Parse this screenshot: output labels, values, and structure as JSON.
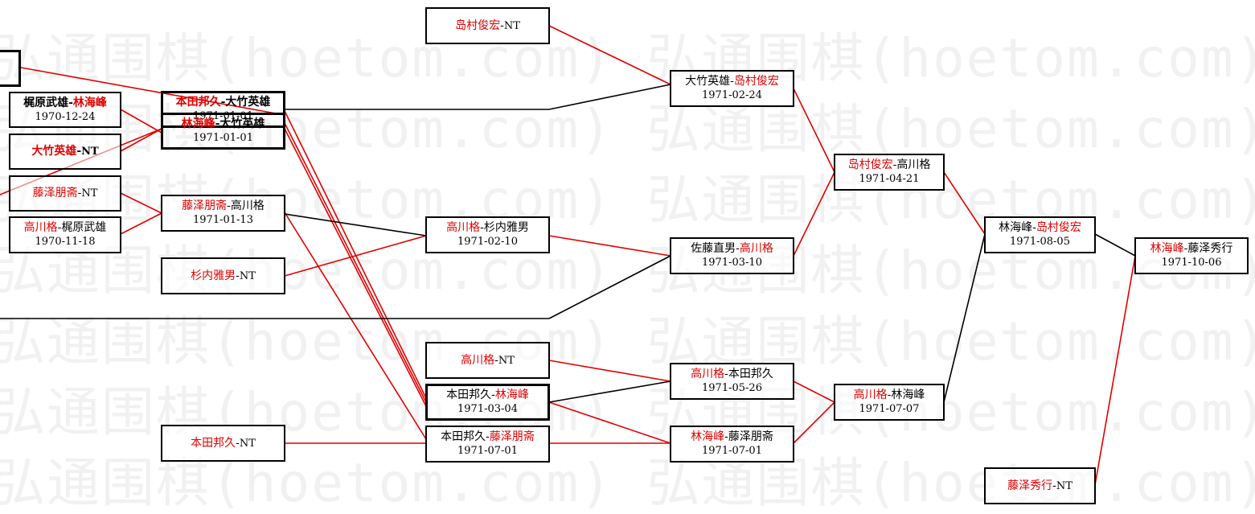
{
  "watermark": "弘通围棋(hoetom.com) 弘通围棋(hoetom.com) 弘通围棋(hoetom.com)",
  "colors": {
    "winner": "#e00000",
    "loser": "#000000"
  },
  "matches": [
    {
      "id": "m0",
      "p1": "",
      "p2": "",
      "date": "",
      "winner": 0
    },
    {
      "id": "m1",
      "p1": "梶原武雄",
      "p2": "林海峰",
      "date": "1970-12-24",
      "winner": 2
    },
    {
      "id": "m2",
      "p1": "大竹英雄",
      "p2": "NT",
      "date": "",
      "winner": 1
    },
    {
      "id": "m3",
      "p1": "藤泽朋斋",
      "p2": "NT",
      "date": "",
      "winner": 1
    },
    {
      "id": "m4",
      "p1": "高川格",
      "p2": "梶原武雄",
      "date": "1970-11-18",
      "winner": 1
    },
    {
      "id": "m5",
      "p1": "本田邦久",
      "p2": "大竹英雄",
      "date": "1971-01-01",
      "winner": 1
    },
    {
      "id": "m6",
      "p1": "林海峰",
      "p2": "大竹英雄",
      "date": "1971-01-01",
      "winner": 1
    },
    {
      "id": "m7",
      "p1": "藤泽朋斋",
      "p2": "高川格",
      "date": "1971-01-13",
      "winner": 1
    },
    {
      "id": "m8",
      "p1": "杉内雅男",
      "p2": "NT",
      "date": "",
      "winner": 1
    },
    {
      "id": "m9",
      "p1": "本田邦久",
      "p2": "NT",
      "date": "",
      "winner": 1
    },
    {
      "id": "m10",
      "p1": "岛村俊宏",
      "p2": "NT",
      "date": "",
      "winner": 1
    },
    {
      "id": "m11",
      "p1": "高川格",
      "p2": "杉内雅男",
      "date": "1971-02-10",
      "winner": 1
    },
    {
      "id": "m12",
      "p1": "高川格",
      "p2": "NT",
      "date": "",
      "winner": 1
    },
    {
      "id": "m13",
      "p1": "本田邦久",
      "p2": "林海峰",
      "date": "1971-03-04",
      "winner": 2
    },
    {
      "id": "m14",
      "p1": "本田邦久",
      "p2": "藤泽朋斋",
      "date": "1971-07-01",
      "winner": 2
    },
    {
      "id": "m15",
      "p1": "大竹英雄",
      "p2": "岛村俊宏",
      "date": "1971-02-24",
      "winner": 2
    },
    {
      "id": "m16",
      "p1": "佐藤直男",
      "p2": "高川格",
      "date": "1971-03-10",
      "winner": 2
    },
    {
      "id": "m17",
      "p1": "高川格",
      "p2": "本田邦久",
      "date": "1971-05-26",
      "winner": 1
    },
    {
      "id": "m18",
      "p1": "林海峰",
      "p2": "藤泽朋斋",
      "date": "1971-07-01",
      "winner": 1
    },
    {
      "id": "m19",
      "p1": "岛村俊宏",
      "p2": "高川格",
      "date": "1971-04-21",
      "winner": 1
    },
    {
      "id": "m20",
      "p1": "高川格",
      "p2": "林海峰",
      "date": "1971-07-07",
      "winner": 1
    },
    {
      "id": "m21",
      "p1": "林海峰",
      "p2": "岛村俊宏",
      "date": "1971-08-05",
      "winner": 2
    },
    {
      "id": "m22",
      "p1": "藤泽秀行",
      "p2": "NT",
      "date": "",
      "winner": 1
    },
    {
      "id": "m23",
      "p1": "林海峰",
      "p2": "藤泽秀行",
      "date": "1971-10-06",
      "winner": 1
    }
  ]
}
